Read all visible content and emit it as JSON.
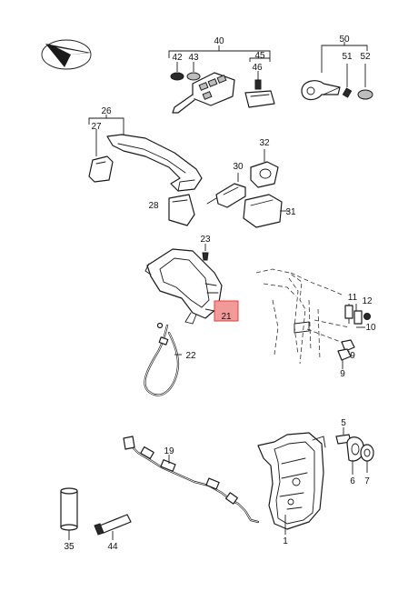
{
  "labels": {
    "p1": "1",
    "p5": "5",
    "p6": "6",
    "p7": "7",
    "p9a": "9",
    "p9b": "9",
    "p10": "10",
    "p11": "11",
    "p12": "12",
    "p19": "19",
    "p21": "21",
    "p22": "22",
    "p23": "23",
    "p26": "26",
    "p27": "27",
    "p28": "28",
    "p30": "30",
    "p31": "31",
    "p32": "32",
    "p35": "35",
    "p40": "40",
    "p42": "42",
    "p43": "43",
    "p44": "44",
    "p45": "45",
    "p46": "46",
    "p50": "50",
    "p51": "51",
    "p52": "52"
  },
  "colors": {
    "highlight_fill": "#f29a9a",
    "highlight_stroke": "#e04040",
    "line": "#1a1a1a"
  },
  "highlighted_part": "21",
  "icons": [
    "compass-arrow-icon"
  ]
}
